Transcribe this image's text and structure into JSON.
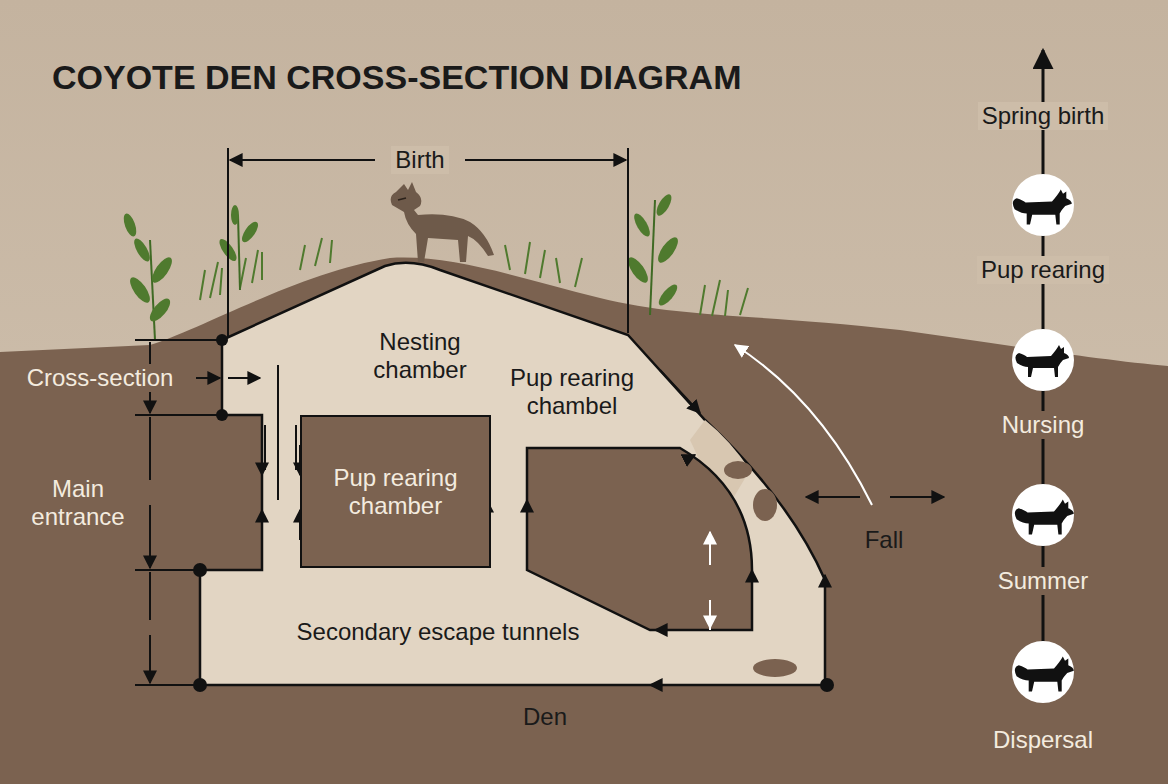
{
  "diagram": {
    "title": "COYOTE DEN CROSS-SECTION DIAGRAM",
    "nodes": [
      {
        "text": [
          "Pup rearing chamber"
        ]
      }
    ],
    "labels": [
      "Birth",
      "Nesting chamber",
      "Pup rearing chambel",
      "Cross-section",
      "Main entrance",
      "Secondary escape tunnels",
      "Fall",
      "Den",
      "Spring birth",
      "Pup rearing",
      "Nursing",
      "Summer",
      "Dispersal"
    ]
  }
}
